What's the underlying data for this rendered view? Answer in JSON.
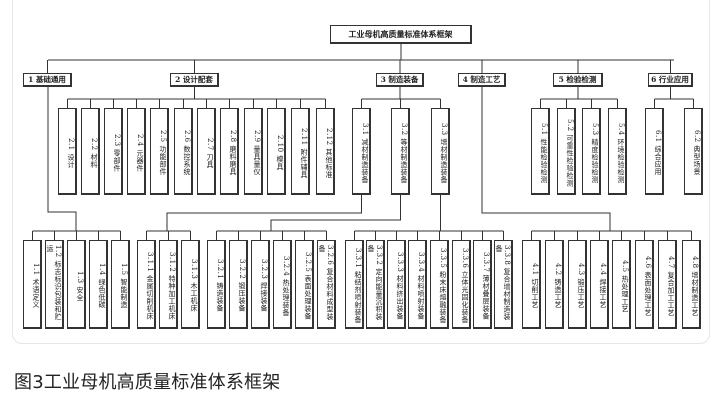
{
  "title": "工业母机高质量标准体系框架",
  "categories": [
    {
      "label": "1 基础通用",
      "children": [
        "1.1 术语定义",
        "1.2 标志标识包装和贮运",
        "1.3 安全",
        "1.4 绿色低碳",
        "1.5 智能制造"
      ]
    },
    {
      "label": "2 设计配套",
      "children": [
        "2.1 设计",
        "2.2 材料",
        "2.3 零部件",
        "2.4 元器件",
        "2.5 功能部件",
        "2.6 数控系统",
        "2.7 刀具",
        "2.8 磨料磨具",
        "2.9 量具量仪",
        "2.10 模具",
        "2.11 附件辅具",
        "2.12 其他标准"
      ]
    },
    {
      "label": "3 制造装备",
      "children": [
        {
          "label": "3.1 减材制造装备",
          "children": [
            "3.1.1 金属切削机床",
            "3.1.2 特种加工机床",
            "3.1.3 木工机床"
          ]
        },
        {
          "label": "3.2 等材制造装备",
          "children": [
            "3.2.1 铸造装备",
            "3.2.2 锻压装备",
            "3.2.3 焊接装备",
            "3.2.4 热处理装备",
            "3.2.5 表面处理装备",
            "3.2.6 复合材料成型装备"
          ]
        },
        {
          "label": "3.3 增材制造装备",
          "children": [
            "3.3.1 粘结剂喷射装备",
            "3.3.2 定向能量沉积装备",
            "3.3.3 材料挤出装备",
            "3.3.4 材料喷射装备",
            "3.3.5 粉末床熔融装备",
            "3.3.6 立体光固化装备",
            "3.3.7 薄材叠层装备",
            "3.3.8 复合增材制造装备"
          ]
        }
      ]
    },
    {
      "label": "4 制造工艺",
      "children": [
        "4.1 切削工艺",
        "4.2 铸造工艺",
        "4.3 锻压工艺",
        "4.4 焊接工艺",
        "4.5 热处理工艺",
        "4.6 表面处理工艺",
        "4.7 复合加工工艺",
        "4.8 增材制造工艺"
      ]
    },
    {
      "label": "5 检验检测",
      "children": [
        "5.1 性能检验检测",
        "5.2 可靠性检验检测",
        "5.3 精度检验检测",
        "5.4 环境检验检测"
      ]
    },
    {
      "label": "6 行业应用",
      "children": [
        "6.1 综合应用",
        "6.2 典型场景"
      ]
    }
  ],
  "caption": "图3工业母机高质量标准体系框架"
}
